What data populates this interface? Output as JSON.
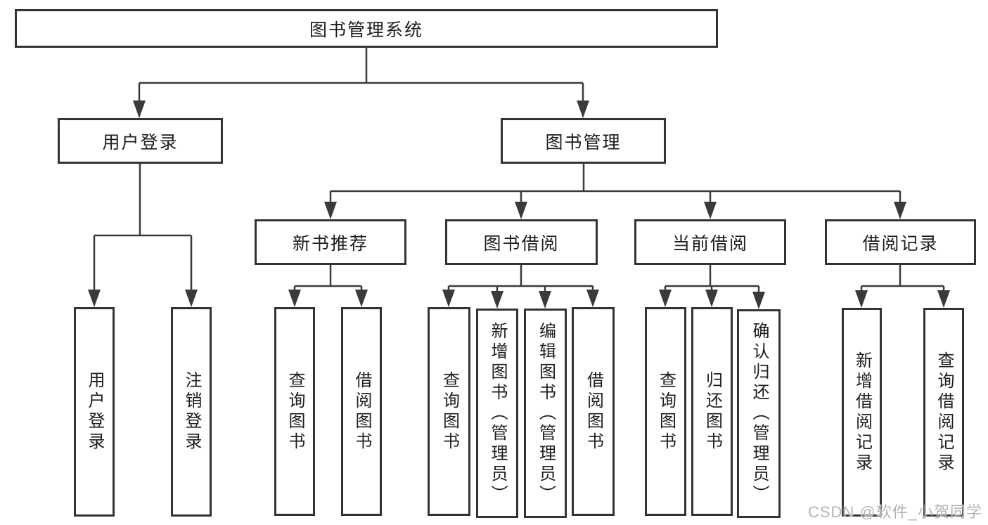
{
  "meta": {
    "diagram_type": "hierarchical function-structure chart",
    "background": "#ffffff"
  },
  "colors": {
    "box_border": "#333333",
    "box_fill": "#ffffff",
    "connector_line": "#3a3a3a",
    "text": "#1d1d1d",
    "watermark": "#b4b4b4"
  },
  "watermark": {
    "text": "CSDN @软件_小贺同学"
  },
  "tree": {
    "root": {
      "label": "图书管理系统"
    },
    "children": [
      {
        "label": "用户登录",
        "children": [
          {
            "label": "用户登录"
          },
          {
            "label": "注销登录"
          }
        ]
      },
      {
        "label": "图书管理",
        "children": [
          {
            "label": "新书推荐",
            "children": [
              {
                "label": "查询图书"
              },
              {
                "label": "借阅图书"
              }
            ]
          },
          {
            "label": "图书借阅",
            "children": [
              {
                "label": "查询图书"
              },
              {
                "label": "新增图书（管理员）"
              },
              {
                "label": "编辑图书（管理员）"
              },
              {
                "label": "借阅图书"
              }
            ]
          },
          {
            "label": "当前借阅",
            "children": [
              {
                "label": "查询图书"
              },
              {
                "label": "归还图书"
              },
              {
                "label": "确认归还（管理员）"
              }
            ]
          },
          {
            "label": "借阅记录",
            "children": [
              {
                "label": "新增借阅记录"
              },
              {
                "label": "查询借阅记录"
              }
            ]
          }
        ]
      }
    ]
  }
}
